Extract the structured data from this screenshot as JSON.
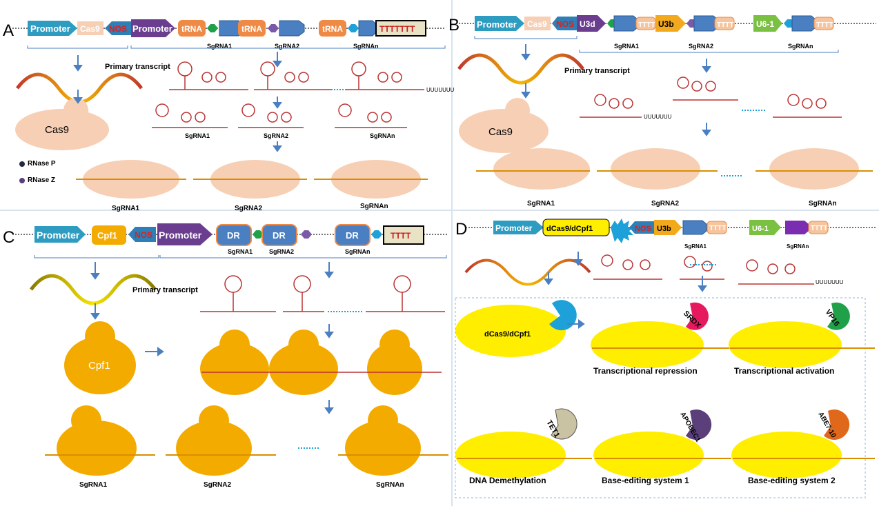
{
  "panels": {
    "A": {
      "letter": "A",
      "construct": [
        "Promoter",
        "Cas9",
        "NOS",
        "Promoter",
        "tRNA",
        "tRNA",
        "tRNA",
        "TTTTTTT"
      ],
      "sg_labels": [
        "SgRNA1",
        "SgRNA2",
        "SgRNAn"
      ],
      "primary_transcript": "Primary transcript",
      "cas9": "Cas9",
      "legend": [
        "RNase P",
        "RNase Z"
      ],
      "processed_labels": [
        "SgRNA1",
        "SgRNA2",
        "SgRNAn"
      ],
      "complex_labels": [
        "SgRNA1",
        "SgRNA2",
        "SgRNAn"
      ],
      "polyu": "UUUUUUU"
    },
    "B": {
      "letter": "B",
      "construct": [
        "Promoter",
        "Cas9",
        "NOS",
        "U3d",
        "TTTT",
        "U3b",
        "TTTT",
        "U6-1",
        "TTTT"
      ],
      "sg_labels": [
        "SgRNA1",
        "SgRNA2",
        "SgRNAn"
      ],
      "primary_transcript": "Primary transcript",
      "cas9": "Cas9",
      "complex_labels": [
        "SgRNA1",
        "SgRNA2",
        "SgRNAn"
      ],
      "polyu": "UUUUUUU"
    },
    "C": {
      "letter": "C",
      "construct": [
        "Promoter",
        "Cpf1",
        "NOS",
        "Promoter",
        "DR",
        "DR",
        "DR",
        "TTTT"
      ],
      "sg_labels": [
        "SgRNA1",
        "SgRNA2",
        "SgRNAn"
      ],
      "primary_transcript": "Primary transcript",
      "cpf1": "Cpf1",
      "complex_labels": [
        "SgRNA1",
        "SgRNA2",
        "SgRNAn"
      ]
    },
    "D": {
      "letter": "D",
      "construct": [
        "Promoter",
        "dCas9/dCpf1",
        "NOS",
        "U3b",
        "TTTT",
        "U6-1",
        "TTTT"
      ],
      "sg_labels": [
        "SgRNA1",
        "SgRNAn"
      ],
      "dcas": "dCas9/dCpf1",
      "effectors": [
        {
          "tag": "SRDX",
          "label": "Transcriptional repression",
          "color": "#e6195e"
        },
        {
          "tag": "VP16",
          "label": "Transcriptional activation",
          "color": "#21a04a"
        },
        {
          "tag": "TET1",
          "label": "DNA Demethylation",
          "color": "#c9c3a4"
        },
        {
          "tag": "APOBEC1",
          "label": "Base-editing system 1",
          "color": "#5a3f7a"
        },
        {
          "tag": "ABE7-10",
          "label": "Base-editing system 2",
          "color": "#e0681a"
        }
      ],
      "polyu": "UUUUUUU"
    }
  },
  "colors": {
    "promoter": "#2e9cc1",
    "cas9": "#f7cfb4",
    "nos": "#2e7fb5",
    "promoter2": "#6a3d8f",
    "trna": "#ee8a45",
    "sg": "#4a7fc1",
    "u3": "#f3a91e",
    "u6": "#7ac142",
    "cpf1": "#f4ab00",
    "dcas": "#ffee00",
    "arrow": "#4a7fc1"
  }
}
